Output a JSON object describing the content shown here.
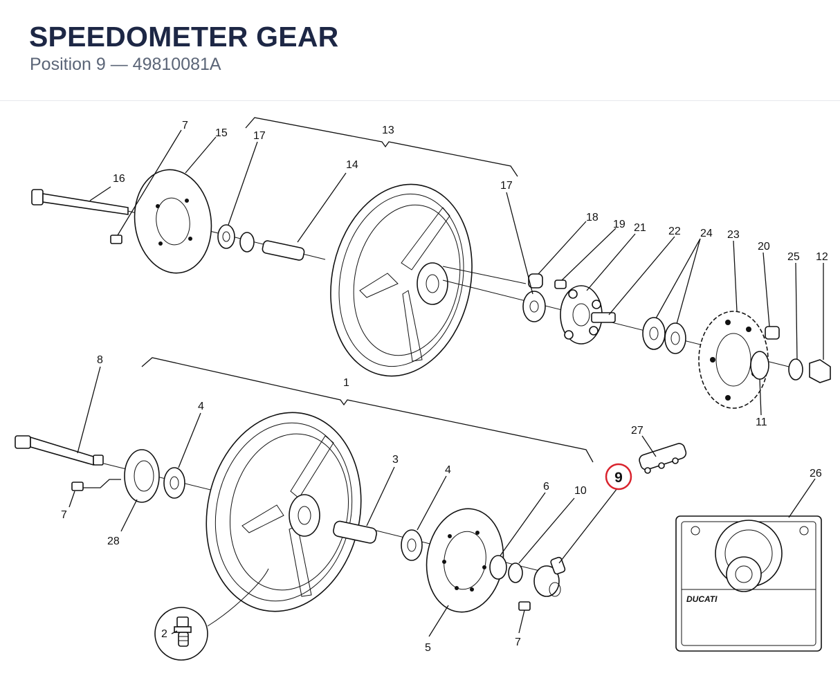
{
  "header": {
    "title": "SPEEDOMETER GEAR",
    "subtitle": "Position 9 — 49810081A"
  },
  "highlight": {
    "position": "9",
    "color": "#d9232d"
  },
  "callouts": {
    "c1": "1",
    "c2": "2",
    "c3": "3",
    "c4a": "4",
    "c4b": "4",
    "c5": "5",
    "c6": "6",
    "c7a": "7",
    "c7b": "7",
    "c7c": "7",
    "c8": "8",
    "c10": "10",
    "c11": "11",
    "c12": "12",
    "c13": "13",
    "c14": "14",
    "c15": "15",
    "c16": "16",
    "c17a": "17",
    "c17b": "17",
    "c18": "18",
    "c19": "19",
    "c20": "20",
    "c21": "21",
    "c22": "22",
    "c23": "23",
    "c24": "24",
    "c25": "25",
    "c26": "26",
    "c27": "27",
    "c28": "28"
  },
  "logo_text": "DUCATI"
}
